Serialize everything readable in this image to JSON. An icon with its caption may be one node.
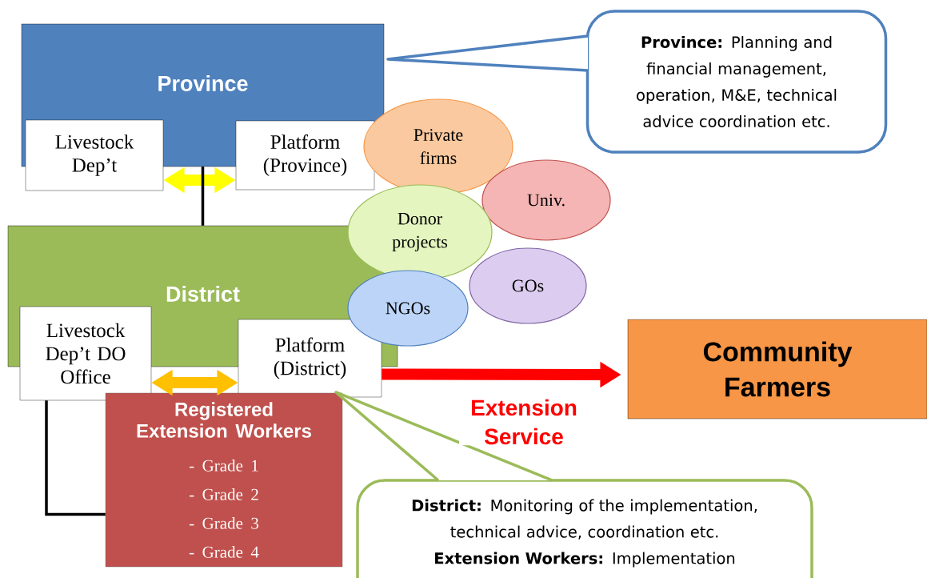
{
  "diagram": {
    "nodes": [
      {
        "text": [
          "Province"
        ]
      },
      {
        "text": [
          "Livestock Dep’t"
        ]
      },
      {
        "text": [
          "Platform (Province)"
        ]
      },
      {
        "text": [
          "Private firms"
        ]
      },
      {
        "text": [
          "Univ."
        ]
      },
      {
        "text": [
          "Donor projects"
        ]
      },
      {
        "text": [
          "GOs"
        ]
      },
      {
        "text": [
          "NGOs"
        ]
      },
      {
        "text": [
          "District"
        ]
      },
      {
        "text": [
          "Livestock Dep’t DO Office"
        ]
      },
      {
        "text": [
          "Platform (District)"
        ]
      },
      {
        "text": [
          "Registered Extension Workers",
          "- Grade 1",
          "- Grade 2",
          "- Grade 3",
          "- Grade 4"
        ]
      },
      {
        "text": [
          "Community Farmers"
        ]
      },
      {
        "text": [
          "**Province:** Planning and financial management, operation, M&E, technical advice coordination etc."
        ]
      },
      {
        "text": [
          "**District:** Monitoring of the implementation, technical advice, coordination etc.",
          "**Extension Workers:** Implementation"
        ]
      }
    ],
    "edges": [
      {
        "from": 1,
        "to": 2,
        "arrow": "both",
        "color": "#ffff00"
      },
      {
        "from": 0,
        "to": 8,
        "arrow": "none"
      },
      {
        "from": 9,
        "to": 10,
        "arrow": "both",
        "color": "#ffc000"
      },
      {
        "from": 9,
        "to": 11,
        "arrow": "none"
      },
      {
        "from": 10,
        "to": 12,
        "arrow": "to",
        "color": "#ff0000",
        "label": "Extension Service"
      }
    ]
  }
}
